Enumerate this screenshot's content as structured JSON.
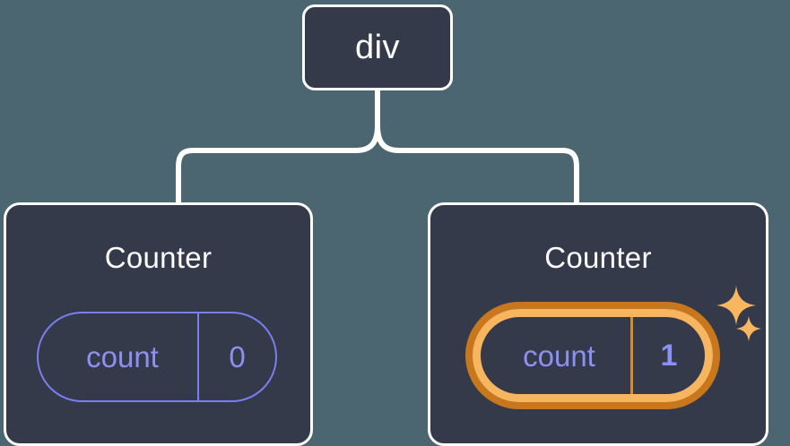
{
  "diagram": {
    "type": "component-tree",
    "background_color": "#4b6670",
    "node_fill_color": "#343a49",
    "node_border_color": "#ffffff",
    "connector_color": "#ffffff",
    "accent_purple": "#8b90f2",
    "accent_orange_outer": "#c9771c",
    "accent_orange_inner": "#f7b55f",
    "root": {
      "label": "div"
    },
    "children": [
      {
        "title": "Counter",
        "state": {
          "key": "count",
          "value": "0"
        },
        "highlighted": false
      },
      {
        "title": "Counter",
        "state": {
          "key": "count",
          "value": "1"
        },
        "highlighted": true,
        "sparkles": [
          "sparkle-large",
          "sparkle-small"
        ]
      }
    ]
  }
}
